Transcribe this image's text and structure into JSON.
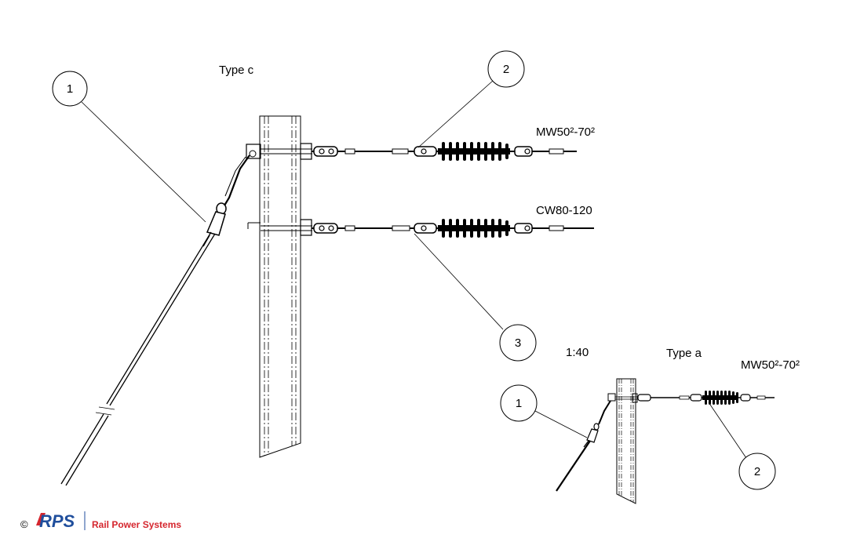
{
  "views": {
    "large": {
      "title": "Type c",
      "upper_wire_label": "MW50²-70²",
      "lower_wire_label": "CW80-120",
      "callouts": [
        "1",
        "2",
        "3"
      ]
    },
    "small": {
      "scale": "1:40",
      "title": "Type a",
      "wire_label": "MW50²-70²",
      "callouts": [
        "1",
        "2"
      ]
    }
  },
  "footer": {
    "copyright": "©",
    "logo_mark": "RPS",
    "company": "Rail Power Systems"
  },
  "colors": {
    "line": "#000000",
    "logo_blue": "#1f4e9c",
    "logo_red": "#d5262e"
  }
}
